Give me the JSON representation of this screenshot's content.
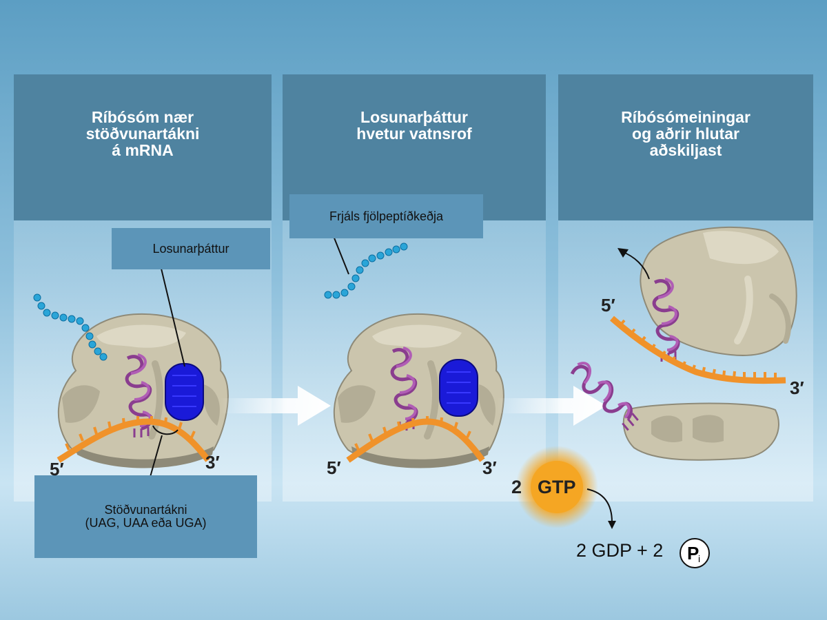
{
  "panels": [
    {
      "title": "Ríbósóm nær\nstöðvunartákni\ná mRNA"
    },
    {
      "title": "Losunarþáttur\nhvetur vatnsrof"
    },
    {
      "title": "Ríbósómeiningar\nog aðrir hlutar\naðskiljast"
    }
  ],
  "labels": {
    "release_factor": "Losunarþáttur",
    "stop_codon": "Stöðvunartákni\n(UAG, UAA eða UGA)",
    "free_polypeptide": "Frjáls fjölpeptíðkeðja"
  },
  "ends": {
    "five_prime": "5′",
    "three_prime": "3′"
  },
  "energy": {
    "gtp_count": "2",
    "gtp": "GTP",
    "products": "2 GDP + 2",
    "pi_p": "P",
    "pi_i": "i"
  },
  "colors": {
    "panel_header": "#4f83a0",
    "label_box": "#5c95b8",
    "ribosome": "#cbc5ad",
    "ribosome_shadow": "#8e8a78",
    "mrna": "#f0922a",
    "trna": "#8a3d8f",
    "release_factor": "#1a1ad8",
    "polypeptide": "#2aa5d8",
    "gtp_glow": "#f5a623"
  }
}
